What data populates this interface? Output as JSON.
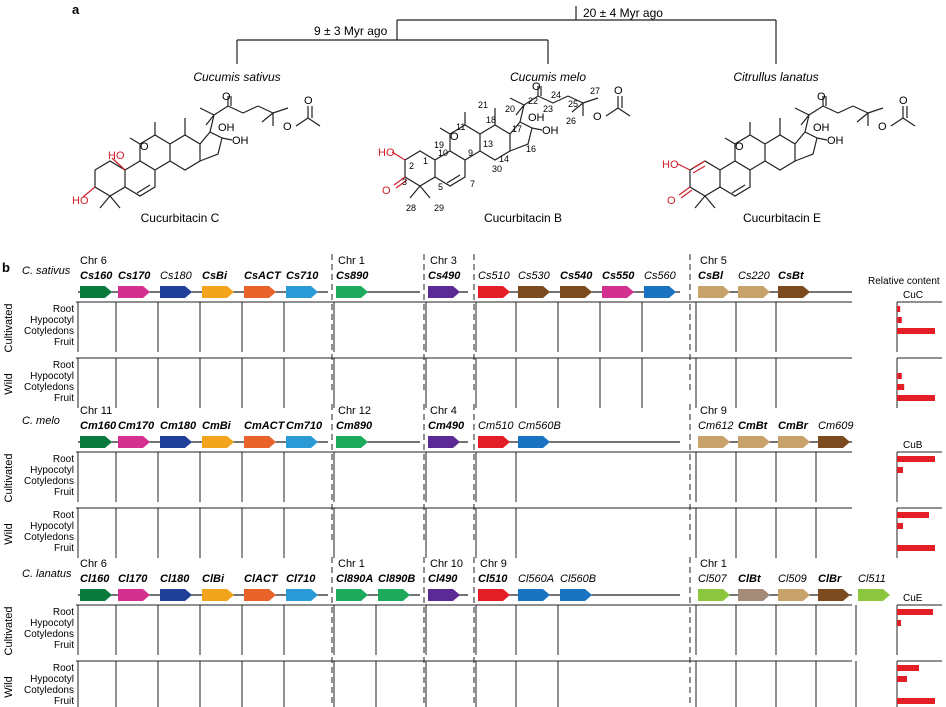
{
  "panel_a": {
    "label": "a",
    "divergence_outer": "20 ± 4 Myr ago",
    "divergence_inner": "9 ± 3 Myr ago",
    "species": [
      "Cucumis sativus",
      "Cucumis melo",
      "Citrullus lanatus"
    ],
    "compounds": [
      "Cucurbitacin C",
      "Cucurbitacin B",
      "Cucurbitacin E"
    ],
    "atoms": {
      "oxygen": "O",
      "hydroxyl": "OH",
      "ho": "HO"
    },
    "cucb_numbers": [
      "1",
      "2",
      "3",
      "5",
      "7",
      "9",
      "10",
      "11",
      "13",
      "14",
      "16",
      "17",
      "18",
      "19",
      "20",
      "21",
      "22",
      "23",
      "24",
      "25",
      "26",
      "27",
      "28",
      "29",
      "30"
    ]
  },
  "panel_b": {
    "label": "b",
    "relative_content_label": "Relative content",
    "conditions": [
      "Cultivated",
      "Wild"
    ],
    "tissues": [
      "Root",
      "Hypocotyl",
      "Cotyledons",
      "Fruit"
    ],
    "colors": {
      "dark_green": "#0b7a3e",
      "magenta": "#d4308f",
      "navy": "#1f3f99",
      "orange": "#f2a41c",
      "orange_red": "#e8622a",
      "sky_blue": "#2b9bd8",
      "green": "#1daa5d",
      "purple": "#5b2a94",
      "red": "#e41e26",
      "brown": "#7b4a1e",
      "blue": "#1a73c0",
      "tan": "#c7a26b",
      "lime": "#8cc63f",
      "taupe": "#a48a78",
      "bar_gray": "#c8c8c8",
      "content_red": "#e41e26"
    },
    "sections": [
      {
        "species": "C. sativus",
        "content_label": "CuC",
        "chromosomes": [
          {
            "name": "Chr 6",
            "genes": [
              {
                "label": "Cs160",
                "style": "b",
                "color": "#0b7a3e"
              },
              {
                "label": "Cs170",
                "style": "b",
                "color": "#d4308f"
              },
              {
                "label": "Cs180",
                "style": "i",
                "color": "#1f3f99"
              },
              {
                "label": "CsBi",
                "style": "b",
                "color": "#f2a41c"
              },
              {
                "label": "CsACT",
                "style": "b",
                "color": "#e8622a"
              },
              {
                "label": "Cs710",
                "style": "b",
                "color": "#2b9bd8"
              }
            ]
          },
          {
            "name": "Chr 1",
            "genes": [
              {
                "label": "Cs890",
                "style": "b",
                "color": "#1daa5d"
              }
            ]
          },
          {
            "name": "Chr 3",
            "genes": [
              {
                "label": "Cs490",
                "style": "b",
                "color": "#5b2a94"
              }
            ]
          },
          {
            "name": "",
            "genes": [
              {
                "label": "Cs510",
                "style": "i",
                "color": "#e41e26"
              },
              {
                "label": "Cs530",
                "style": "i",
                "color": "#7b4a1e"
              },
              {
                "label": "Cs540",
                "style": "b",
                "color": "#7b4a1e"
              },
              {
                "label": "Cs550",
                "style": "b",
                "color": "#d4308f"
              },
              {
                "label": "Cs560",
                "style": "i",
                "color": "#1a73c0"
              }
            ]
          },
          {
            "name": "Chr 5",
            "genes": [
              {
                "label": "CsBl",
                "style": "b",
                "color": "#c7a26b"
              },
              {
                "label": "Cs220",
                "style": "i",
                "color": "#c7a26b"
              },
              {
                "label": "CsBt",
                "style": "b",
                "color": "#7b4a1e"
              }
            ]
          }
        ],
        "cultivated_content": [
          0.08,
          0.12,
          0.95,
          0
        ],
        "wild_content": [
          0,
          0.12,
          0.18,
          0.95
        ]
      },
      {
        "species": "C. melo",
        "content_label": "CuB",
        "chromosomes": [
          {
            "name": "Chr 11",
            "genes": [
              {
                "label": "Cm160",
                "style": "b",
                "color": "#0b7a3e"
              },
              {
                "label": "Cm170",
                "style": "b",
                "color": "#d4308f"
              },
              {
                "label": "Cm180",
                "style": "b",
                "color": "#1f3f99"
              },
              {
                "label": "CmBi",
                "style": "b",
                "color": "#f2a41c"
              },
              {
                "label": "CmACT",
                "style": "b",
                "color": "#e8622a"
              },
              {
                "label": "Cm710",
                "style": "b",
                "color": "#2b9bd8"
              }
            ]
          },
          {
            "name": "Chr 12",
            "genes": [
              {
                "label": "Cm890",
                "style": "b",
                "color": "#1daa5d"
              }
            ]
          },
          {
            "name": "Chr 4",
            "genes": [
              {
                "label": "Cm490",
                "style": "b",
                "color": "#5b2a94"
              }
            ]
          },
          {
            "name": "",
            "genes": [
              {
                "label": "Cm510",
                "style": "i",
                "color": "#e41e26"
              },
              {
                "label": "Cm560B",
                "style": "i",
                "color": "#1a73c0"
              }
            ]
          },
          {
            "name": "Chr 9",
            "genes": [
              {
                "label": "Cm612",
                "style": "i",
                "color": "#c7a26b"
              },
              {
                "label": "CmBt",
                "style": "b",
                "color": "#c7a26b"
              },
              {
                "label": "CmBr",
                "style": "b",
                "color": "#c7a26b"
              },
              {
                "label": "Cm609",
                "style": "i",
                "color": "#7b4a1e"
              }
            ]
          }
        ],
        "cultivated_content": [
          0.95,
          0.15,
          0,
          0
        ],
        "wild_content": [
          0.8,
          0.15,
          0,
          0.95
        ]
      },
      {
        "species": "C. lanatus",
        "content_label": "CuE",
        "chromosomes": [
          {
            "name": "Chr 6",
            "genes": [
              {
                "label": "Cl160",
                "style": "b",
                "color": "#0b7a3e"
              },
              {
                "label": "Cl170",
                "style": "b",
                "color": "#d4308f"
              },
              {
                "label": "Cl180",
                "style": "b",
                "color": "#1f3f99"
              },
              {
                "label": "ClBi",
                "style": "b",
                "color": "#f2a41c"
              },
              {
                "label": "ClACT",
                "style": "b",
                "color": "#e8622a"
              },
              {
                "label": "Cl710",
                "style": "b",
                "color": "#2b9bd8"
              }
            ]
          },
          {
            "name": "Chr 1",
            "genes": [
              {
                "label": "Cl890A",
                "style": "b",
                "color": "#1daa5d"
              },
              {
                "label": "Cl890B",
                "style": "b",
                "color": "#1daa5d"
              }
            ]
          },
          {
            "name": "Chr 10",
            "genes": [
              {
                "label": "Cl490",
                "style": "b",
                "color": "#5b2a94"
              }
            ]
          },
          {
            "name": "Chr 9",
            "genes": [
              {
                "label": "Cl510",
                "style": "b",
                "color": "#e41e26"
              },
              {
                "label": "Cl560A",
                "style": "i",
                "color": "#1a73c0"
              },
              {
                "label": "Cl560B",
                "style": "i",
                "color": "#1a73c0"
              }
            ]
          },
          {
            "name": "Chr 1",
            "genes": [
              {
                "label": "Cl507",
                "style": "i",
                "color": "#8cc63f"
              },
              {
                "label": "ClBt",
                "style": "b",
                "color": "#a48a78"
              },
              {
                "label": "Cl509",
                "style": "i",
                "color": "#c7a26b"
              },
              {
                "label": "ClBr",
                "style": "b",
                "color": "#7b4a1e"
              },
              {
                "label": "Cl511",
                "style": "i",
                "color": "#8cc63f"
              }
            ]
          }
        ],
        "cultivated_content": [
          0.9,
          0.1,
          0,
          0
        ],
        "wild_content": [
          0.55,
          0.25,
          0,
          0.95
        ]
      }
    ]
  }
}
